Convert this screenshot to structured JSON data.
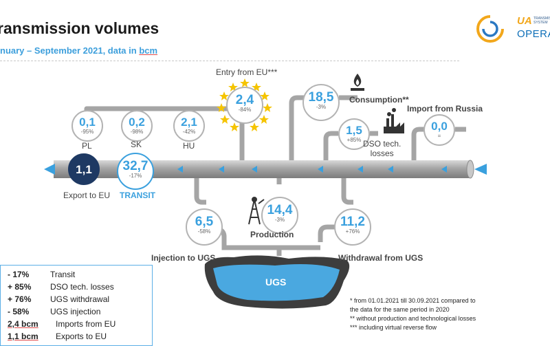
{
  "header": {
    "title": "ransmission volumes",
    "subtitle_a": "nuary – September 2021, data in ",
    "subtitle_unit": "bcm"
  },
  "logo": {
    "ua": "UA",
    "small": "TRANSMISSION\nSYSTEM",
    "operator": "OPERAT"
  },
  "nodes": {
    "pl": {
      "value": "0,1",
      "pct": "-95%",
      "label": "PL"
    },
    "sk": {
      "value": "0,2",
      "pct": "-98%",
      "label": "SK"
    },
    "hu": {
      "value": "2,1",
      "pct": "-42%",
      "label": "HU"
    },
    "entry_eu": {
      "value": "2,4",
      "pct": "-84%",
      "label": "Entry from EU***"
    },
    "consumption": {
      "value": "18,5",
      "pct": "-3%",
      "label": "Consumption**"
    },
    "dso": {
      "value": "1,5",
      "pct": "+85%",
      "label": "DSO tech.\nlosses"
    },
    "import_russia": {
      "value": "0,0",
      "pct": "=",
      "label": "Import from Russia"
    },
    "export_eu": {
      "value": "1,1",
      "label": "Export to EU"
    },
    "transit": {
      "value": "32,7",
      "pct": "-17%",
      "label": "TRANSIT"
    },
    "production": {
      "value": "14,4",
      "pct": "-3%",
      "label": "Production"
    },
    "injection": {
      "value": "6,5",
      "pct": "-58%",
      "label": "Injection to UGS"
    },
    "withdrawal": {
      "value": "11,2",
      "pct": "+76%",
      "label": "Withdrawal from UGS"
    },
    "ugs": {
      "label": "UGS"
    }
  },
  "legend": [
    {
      "key": "- 17%",
      "text": "Transit"
    },
    {
      "key": "+ 85%",
      "text": "DSO tech. losses"
    },
    {
      "key": "+ 76%",
      "text": "UGS withdrawal"
    },
    {
      "key": "- 58%",
      "text": "UGS injection"
    },
    {
      "key": "2,4 bcm",
      "text": "Imports from EU"
    },
    {
      "key": "1,1 bcm",
      "text": "Exports to EU"
    }
  ],
  "notes": [
    "* from   01.01.2021 till 30.09.2021 compared to",
    "   the data for the same period in 2020",
    "** without production and technological losses",
    "*** including virtual reverse flow"
  ],
  "colors": {
    "pipe": "#a9a9a9",
    "accent": "#3aa0de",
    "dark_circle": "#1e3963",
    "star": "#f5c400",
    "ugs_water": "#4aa8e0"
  }
}
